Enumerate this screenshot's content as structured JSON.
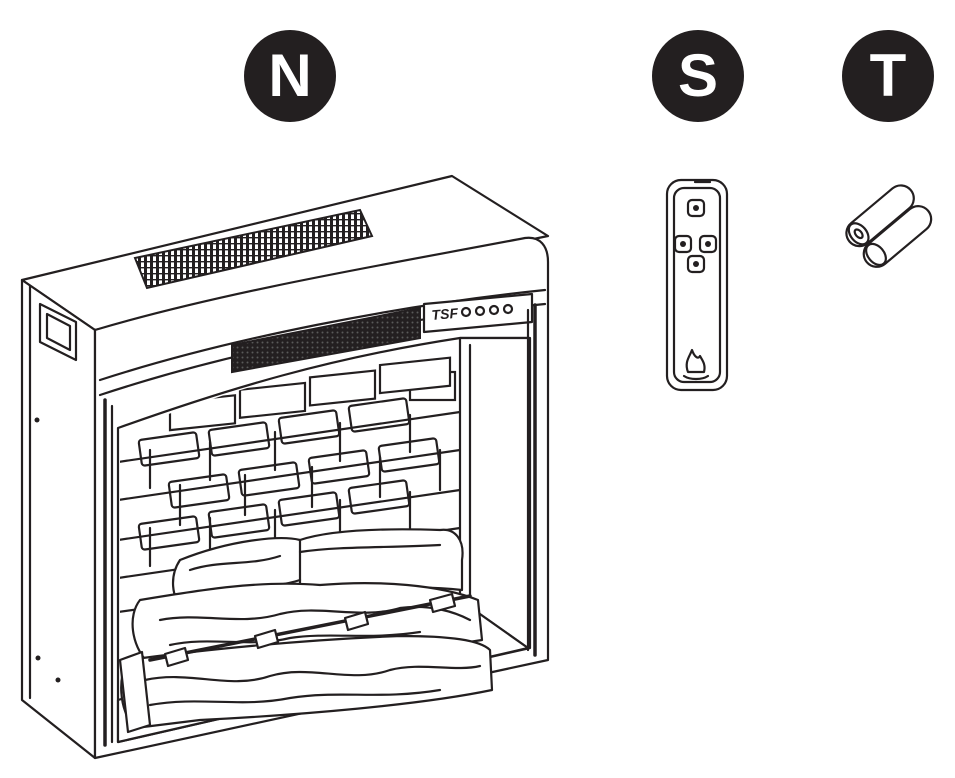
{
  "labels": {
    "fireplace": "N",
    "remote": "S",
    "batteries": "T"
  },
  "fireplace": {
    "brand_logo": "TSF"
  },
  "colors": {
    "ink": "#231f20",
    "paper": "#ffffff"
  },
  "icons": [
    "power-icon",
    "timer-icon",
    "heat-icon",
    "flame-icon"
  ]
}
